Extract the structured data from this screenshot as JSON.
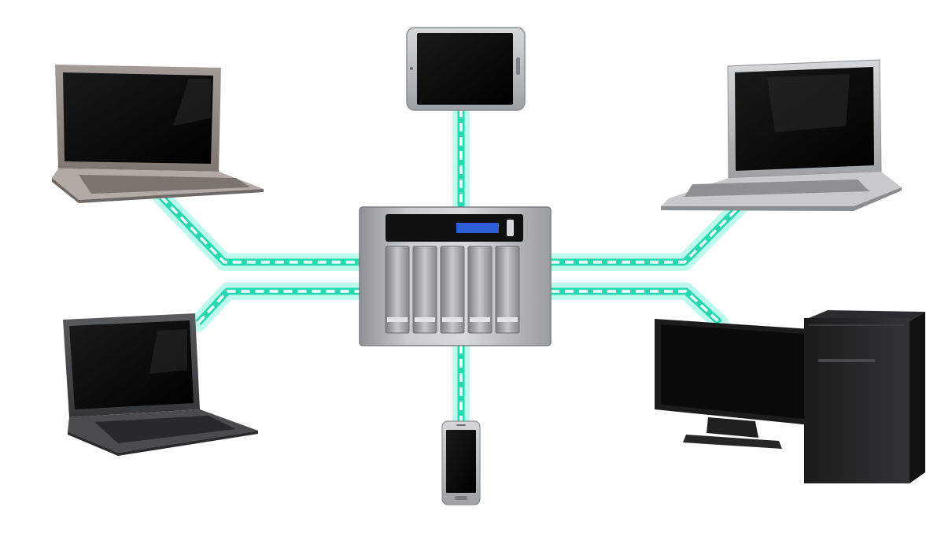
{
  "diagram": {
    "type": "network-topology",
    "hub": {
      "kind": "nas",
      "drive_bays": 5
    },
    "devices": [
      {
        "id": "laptop-top-left",
        "kind": "laptop",
        "finish": "taupe"
      },
      {
        "id": "tablet-top",
        "kind": "tablet",
        "finish": "silver"
      },
      {
        "id": "laptop-top-right",
        "kind": "laptop",
        "finish": "silver"
      },
      {
        "id": "laptop-bottom-left",
        "kind": "laptop",
        "finish": "dark-gray"
      },
      {
        "id": "smartphone-bottom",
        "kind": "smartphone",
        "finish": "silver"
      },
      {
        "id": "desktop-bottom-right",
        "kind": "desktop-pc",
        "finish": "black"
      }
    ],
    "link_count": 6
  },
  "colors": {
    "background": "#ffffff",
    "link": "#26d9b1",
    "link_glow": "#3df0c8",
    "link_dash": "#ffffff",
    "nas_body": "#b4b7ba",
    "nas_panel": "#111111",
    "nas_lcd": "#2e5fd8"
  },
  "icons": [
    "laptop-icon",
    "tablet-icon",
    "smartphone-icon",
    "desktop-icon",
    "nas-icon"
  ]
}
